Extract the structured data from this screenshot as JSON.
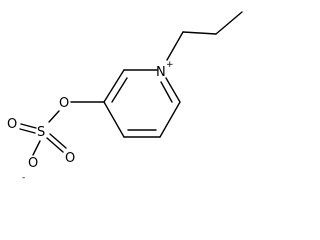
{
  "molecule": {
    "atoms": {
      "ring_nitrogen": {
        "symbol": "N",
        "charge": "+"
      },
      "ester_oxygen": {
        "symbol": "O"
      },
      "sulfur": {
        "symbol": "S"
      },
      "oxo_oxygen_top": {
        "symbol": "O"
      },
      "oxo_oxygen_right": {
        "symbol": "O"
      },
      "anionic_oxygen": {
        "symbol": "O",
        "charge": "-"
      }
    }
  }
}
